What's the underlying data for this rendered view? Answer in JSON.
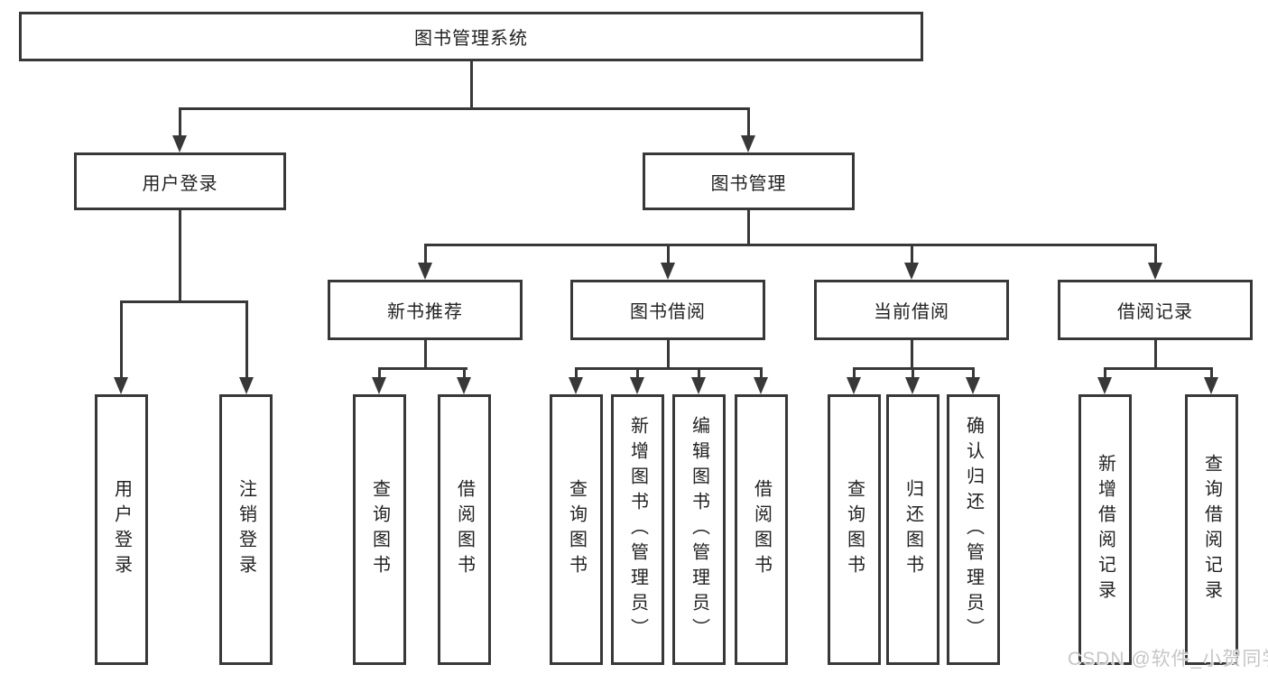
{
  "diagram": {
    "root": {
      "label": "图书管理系统"
    },
    "level2": {
      "user_login": {
        "label": "用户登录"
      },
      "book_mgmt": {
        "label": "图书管理"
      }
    },
    "level3": {
      "new_books": {
        "label": "新书推荐"
      },
      "borrowing": {
        "label": "图书借阅"
      },
      "current": {
        "label": "当前借阅"
      },
      "records": {
        "label": "借阅记录"
      }
    },
    "leaves": {
      "user_login": [
        "用户登录",
        "注销登录"
      ],
      "new_books": [
        "查询图书",
        "借阅图书"
      ],
      "borrowing": [
        "查询图书",
        "新增图书（管理员）",
        "编辑图书（管理员）",
        "借阅图书"
      ],
      "current": [
        "查询图书",
        "归还图书",
        "确认归还（管理员）"
      ],
      "records": [
        "新增借阅记录",
        "查询借阅记录"
      ]
    },
    "watermark": "CSDN @软件_小贺同学",
    "colors": {
      "line": "#383838",
      "text": "#222222",
      "watermark": "#c6c6c6",
      "background": "#ffffff"
    }
  }
}
